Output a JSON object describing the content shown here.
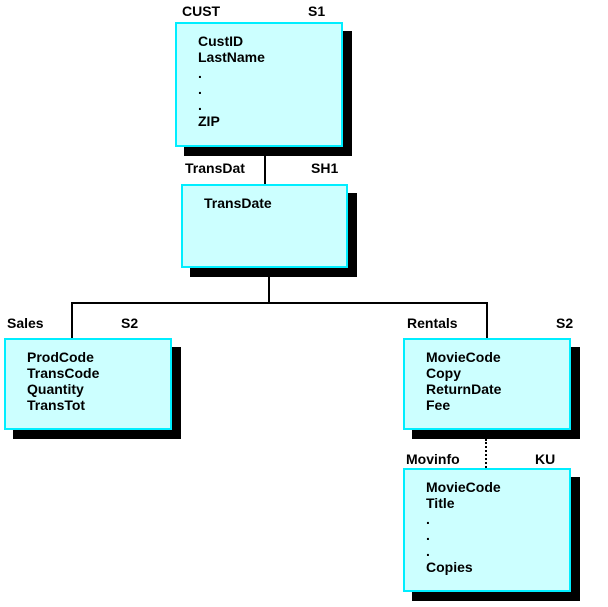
{
  "diagram": {
    "title_hint": "hierarchical database segment diagram",
    "colors": {
      "box_fill": "#ccffff",
      "box_border": "#00eeff",
      "shadow": "#000000",
      "connector": "#000000",
      "text": "#000000",
      "background": "#ffffff"
    },
    "nodes": [
      {
        "name": "CUST",
        "code": "S1",
        "fields": [
          "CustID",
          "LastName",
          ".",
          ".",
          ".",
          "ZIP"
        ]
      },
      {
        "name": "TransDat",
        "code": "SH1",
        "fields": [
          "TransDate"
        ]
      },
      {
        "name": "Sales",
        "code": "S2",
        "fields": [
          "ProdCode",
          "TransCode",
          "Quantity",
          "TransTot"
        ]
      },
      {
        "name": "Rentals",
        "code": "S2",
        "fields": [
          "MovieCode",
          "Copy",
          "ReturnDate",
          "Fee"
        ]
      },
      {
        "name": "Movinfo",
        "code": "KU",
        "fields": [
          "MovieCode",
          "Title",
          ".",
          ".",
          ".",
          "Copies"
        ]
      }
    ],
    "connectors": [
      {
        "from": "CUST",
        "to": "TransDat",
        "style": "solid"
      },
      {
        "from": "TransDat",
        "to": "Sales",
        "style": "solid"
      },
      {
        "from": "TransDat",
        "to": "Rentals",
        "style": "solid"
      },
      {
        "from": "Rentals",
        "to": "Movinfo",
        "style": "dotted"
      }
    ]
  }
}
